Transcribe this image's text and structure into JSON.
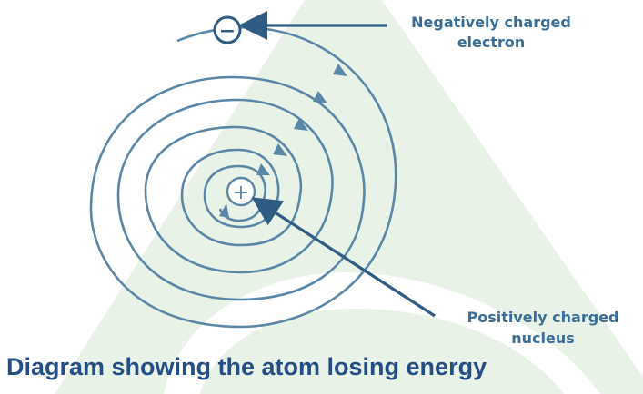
{
  "labels": {
    "electron_line1": "Negatively charged",
    "electron_line2": "electron",
    "nucleus_line1": "Positively charged",
    "nucleus_line2": "nucleus"
  },
  "symbols": {
    "electron": "−",
    "nucleus": "+"
  },
  "caption": "Diagram showing the atom losing energy",
  "colors": {
    "orbit": "#5a86a8",
    "pointer": "#2e5c83",
    "label": "#3a6e98",
    "caption": "#244f86",
    "watermark_green": "#cfe3c8"
  }
}
